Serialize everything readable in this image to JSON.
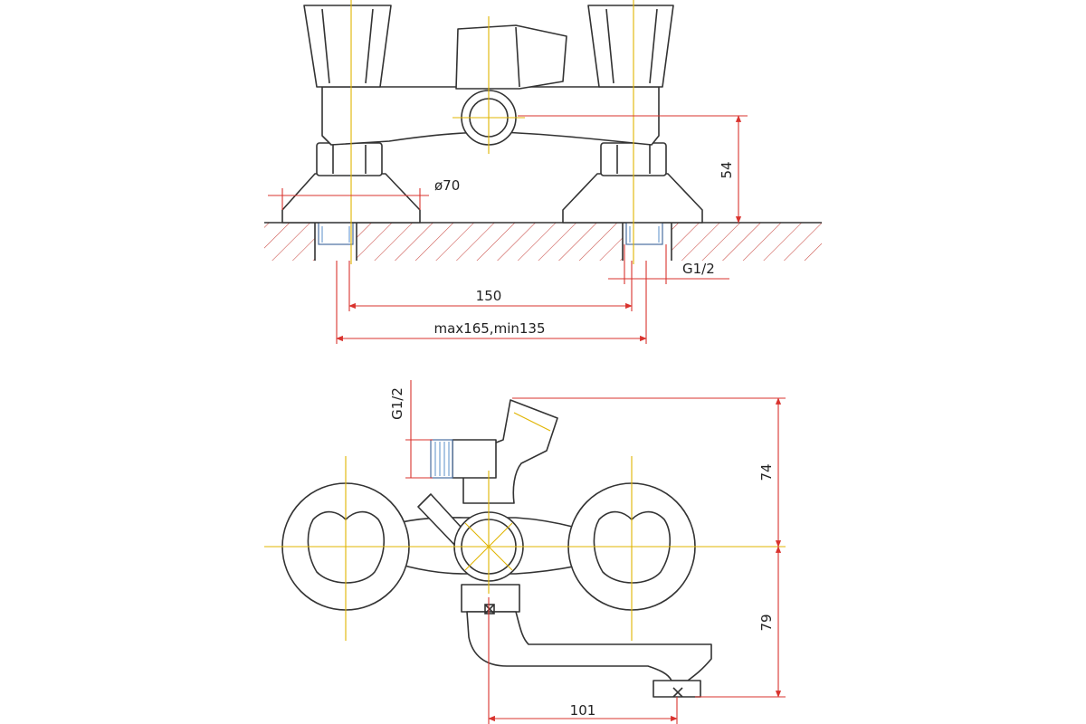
{
  "colors": {
    "outline": "#333333",
    "dimension": "#d9332e",
    "centerline": "#e0b400",
    "thread": "#5a8fc8"
  },
  "labels": {
    "dia": "ø70",
    "h54": "54",
    "g12_top": "G1/2",
    "d150": "150",
    "range": "max165,min135",
    "g12_side": "G1/2",
    "h74": "74",
    "h79": "79",
    "d101": "101"
  }
}
